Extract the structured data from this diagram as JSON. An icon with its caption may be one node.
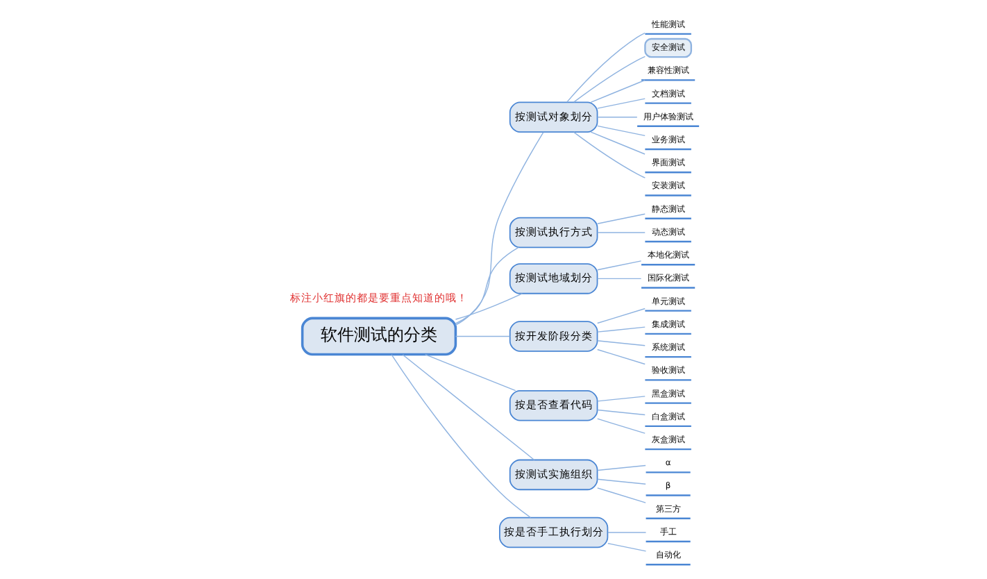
{
  "diagram": {
    "nodes": [
      {
        "text": [
          "软件测试的分类"
        ]
      },
      {
        "text": [
          "按测试对象划分"
        ]
      },
      {
        "text": [
          "性能测试"
        ]
      },
      {
        "text": [
          "安全测试"
        ]
      },
      {
        "text": [
          "兼容性测试"
        ]
      },
      {
        "text": [
          "文档测试"
        ]
      },
      {
        "text": [
          "用户体验测试"
        ]
      },
      {
        "text": [
          "业务测试"
        ]
      },
      {
        "text": [
          "界面测试"
        ]
      },
      {
        "text": [
          "安装测试"
        ]
      },
      {
        "text": [
          "按测试执行方式"
        ]
      },
      {
        "text": [
          "静态测试"
        ]
      },
      {
        "text": [
          "动态测试"
        ]
      },
      {
        "text": [
          "按测试地域划分"
        ]
      },
      {
        "text": [
          "本地化测试"
        ]
      },
      {
        "text": [
          "国际化测试"
        ]
      },
      {
        "text": [
          "按开发阶段分类"
        ]
      },
      {
        "text": [
          "单元测试"
        ]
      },
      {
        "text": [
          "集成测试"
        ]
      },
      {
        "text": [
          "系统测试"
        ]
      },
      {
        "text": [
          "验收测试"
        ]
      },
      {
        "text": [
          "按是否查看代码"
        ]
      },
      {
        "text": [
          "黑盒测试"
        ]
      },
      {
        "text": [
          "白盒测试"
        ]
      },
      {
        "text": [
          "灰盒测试"
        ]
      },
      {
        "text": [
          "按测试实施组织"
        ]
      },
      {
        "text": [
          "α"
        ]
      },
      {
        "text": [
          "β"
        ]
      },
      {
        "text": [
          "第三方"
        ]
      },
      {
        "text": [
          "按是否手工执行划分"
        ]
      },
      {
        "text": [
          "手工"
        ]
      },
      {
        "text": [
          "自动化"
        ]
      }
    ],
    "edges": [
      {
        "from": 0,
        "to": 1,
        "arrow": "none"
      },
      {
        "from": 1,
        "to": 2,
        "arrow": "none"
      },
      {
        "from": 1,
        "to": 3,
        "arrow": "none"
      },
      {
        "from": 1,
        "to": 4,
        "arrow": "none"
      },
      {
        "from": 1,
        "to": 5,
        "arrow": "none"
      },
      {
        "from": 1,
        "to": 6,
        "arrow": "none"
      },
      {
        "from": 1,
        "to": 7,
        "arrow": "none"
      },
      {
        "from": 1,
        "to": 8,
        "arrow": "none"
      },
      {
        "from": 1,
        "to": 9,
        "arrow": "none"
      },
      {
        "from": 0,
        "to": 10,
        "arrow": "none"
      },
      {
        "from": 10,
        "to": 11,
        "arrow": "none"
      },
      {
        "from": 10,
        "to": 12,
        "arrow": "none"
      },
      {
        "from": 0,
        "to": 13,
        "arrow": "none"
      },
      {
        "from": 13,
        "to": 14,
        "arrow": "none"
      },
      {
        "from": 13,
        "to": 15,
        "arrow": "none"
      },
      {
        "from": 0,
        "to": 16,
        "arrow": "none"
      },
      {
        "from": 16,
        "to": 17,
        "arrow": "none"
      },
      {
        "from": 16,
        "to": 18,
        "arrow": "none"
      },
      {
        "from": 16,
        "to": 19,
        "arrow": "none"
      },
      {
        "from": 16,
        "to": 20,
        "arrow": "none"
      },
      {
        "from": 0,
        "to": 21,
        "arrow": "none"
      },
      {
        "from": 21,
        "to": 22,
        "arrow": "none"
      },
      {
        "from": 21,
        "to": 23,
        "arrow": "none"
      },
      {
        "from": 21,
        "to": 24,
        "arrow": "none"
      },
      {
        "from": 0,
        "to": 25,
        "arrow": "none"
      },
      {
        "from": 25,
        "to": 26,
        "arrow": "none"
      },
      {
        "from": 25,
        "to": 27,
        "arrow": "none"
      },
      {
        "from": 25,
        "to": 28,
        "arrow": "none"
      },
      {
        "from": 0,
        "to": 29,
        "arrow": "none"
      },
      {
        "from": 29,
        "to": 30,
        "arrow": "none"
      },
      {
        "from": 29,
        "to": 31,
        "arrow": "none"
      }
    ],
    "labels": [
      "标注小红旗的都是要重点知道的哦！"
    ]
  }
}
